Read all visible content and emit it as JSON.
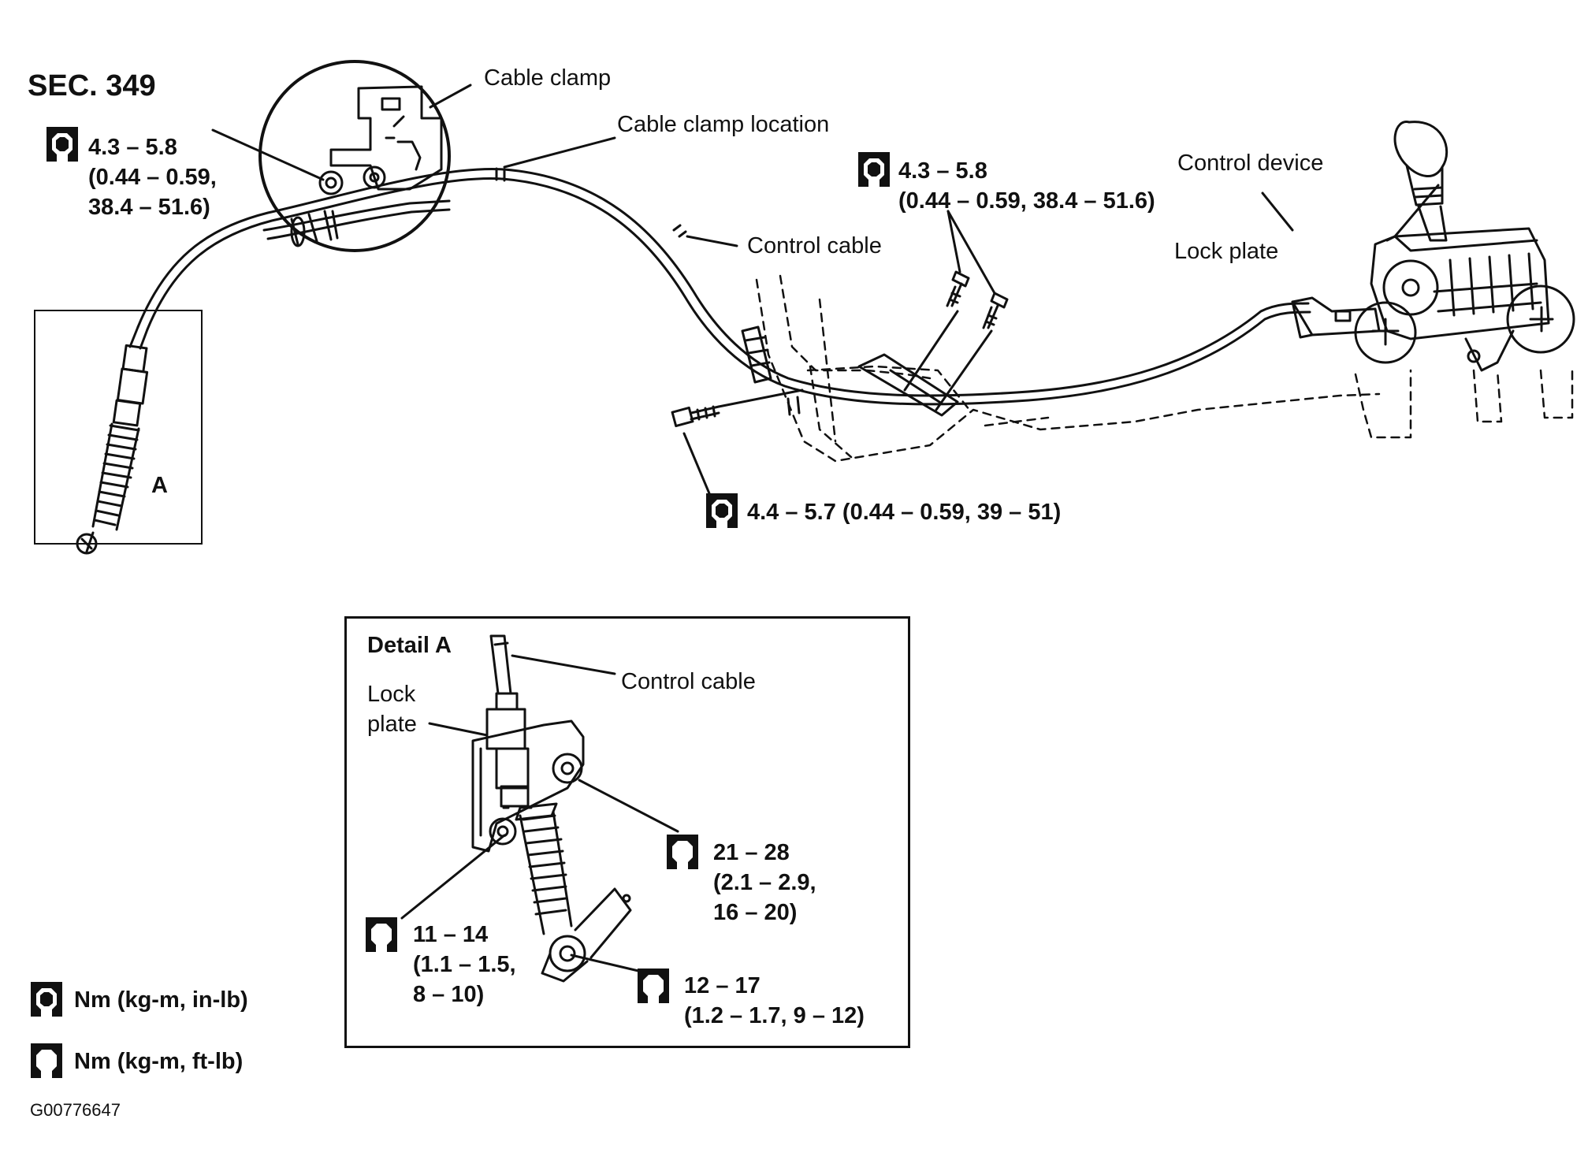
{
  "section": "SEC. 349",
  "labels": {
    "cable_clamp": "Cable clamp",
    "cable_clamp_location": "Cable clamp location",
    "control_cable": "Control cable",
    "control_device": "Control device",
    "lock_plate": "Lock plate",
    "view_a": "A"
  },
  "torques": {
    "clamp_bolt": [
      "4.3 – 5.8",
      "(0.44 – 0.59,",
      "38.4 – 51.6)"
    ],
    "bracket_bolts": [
      "4.3 – 5.8",
      "(0.44 – 0.59, 38.4 – 51.6)"
    ],
    "lower_bolt": "4.4 – 5.7 (0.44 – 0.59, 39 – 51)"
  },
  "detail_a": {
    "title": "Detail A",
    "control_cable": "Control cable",
    "lock_plate": [
      "Lock",
      "plate"
    ],
    "bolt_right": [
      "21 – 28",
      "(2.1 – 2.9,",
      "16 – 20)"
    ],
    "bolt_left": [
      "11 – 14",
      "(1.1 – 1.5,",
      "8 – 10)"
    ],
    "bolt_bottom": [
      "12 – 17",
      "(1.2 – 1.7, 9 – 12)"
    ]
  },
  "legend": {
    "solid_icon": "Nm (kg-m, in-lb)",
    "open_icon": "Nm (kg-m, ft-lb)"
  },
  "figure_code": "G00776647",
  "icons": {
    "solid": "torque-wrench-solid-icon",
    "open": "torque-wrench-open-icon"
  }
}
